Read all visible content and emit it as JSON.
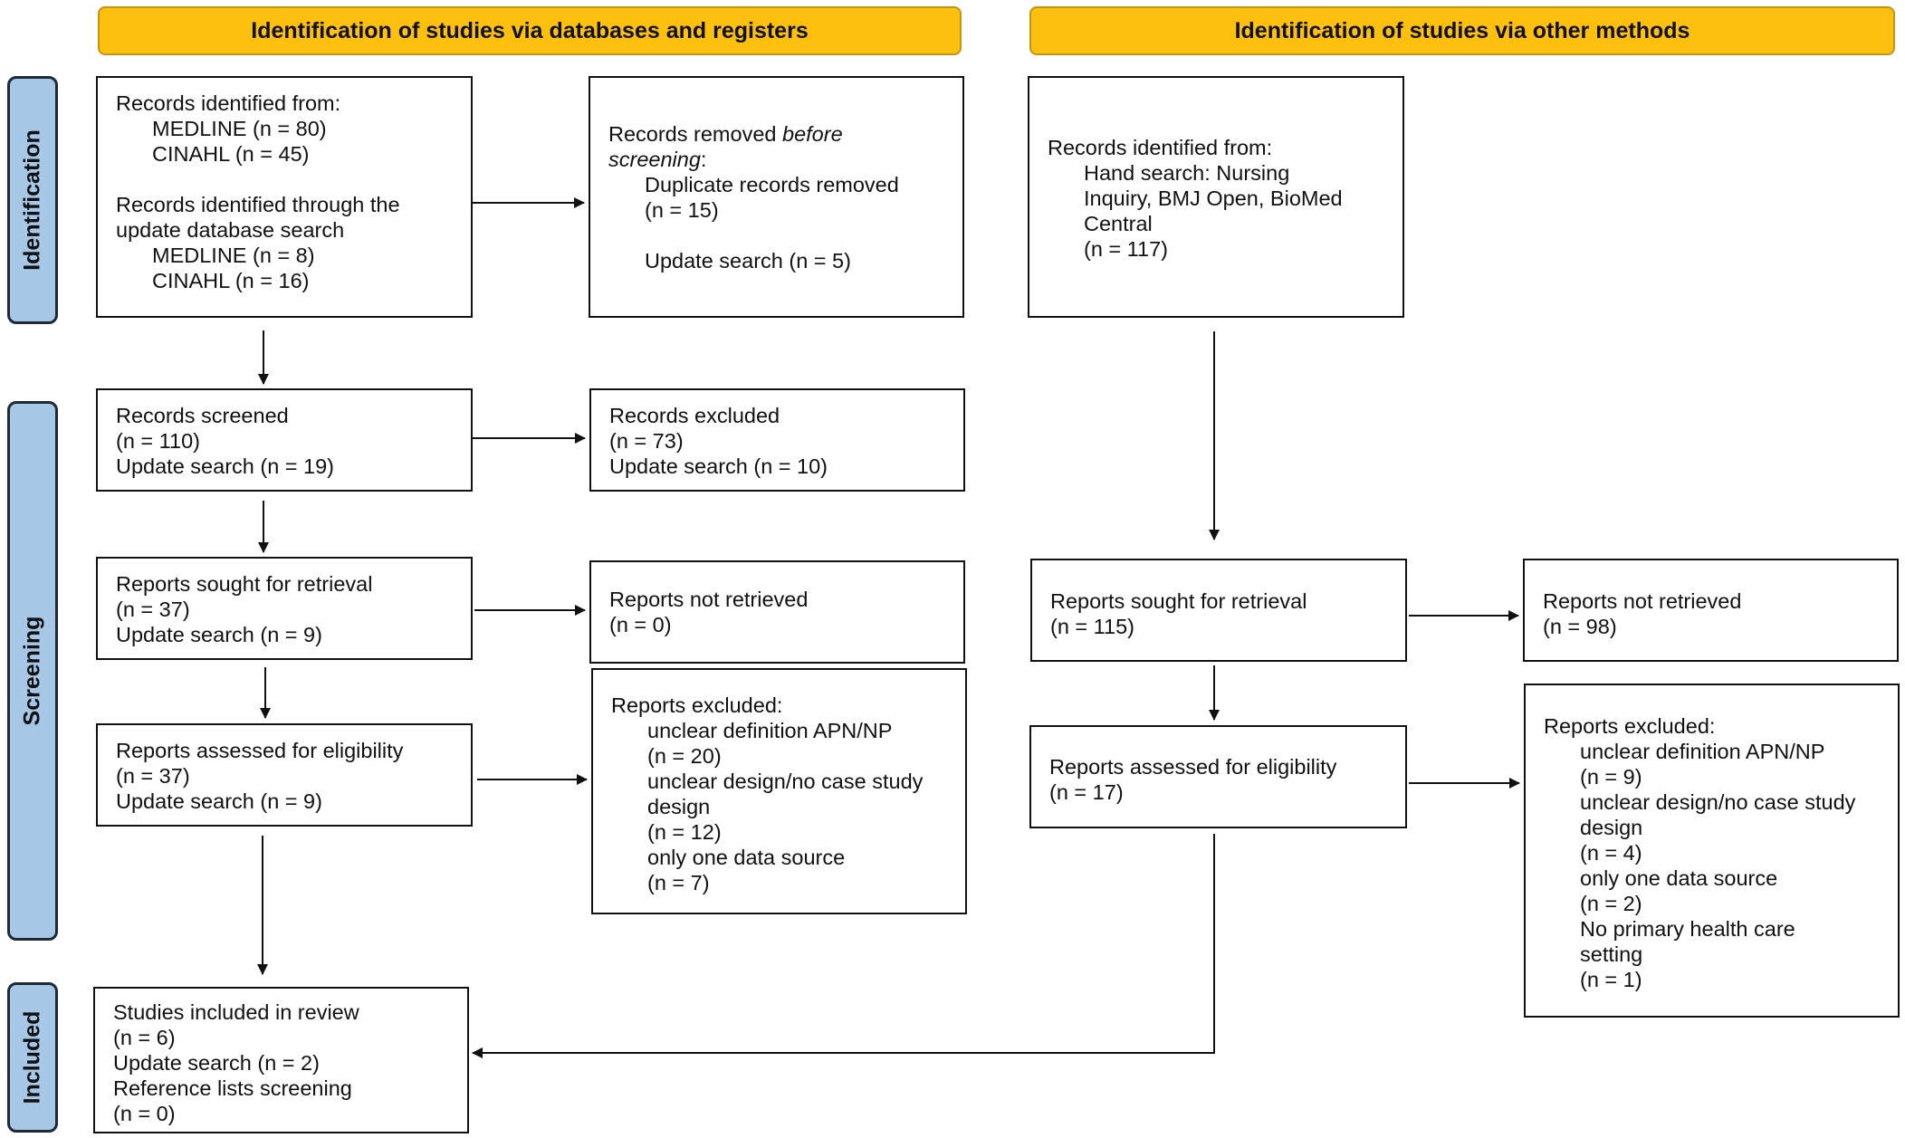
{
  "headers": {
    "left": "Identification of studies via databases and registers",
    "right": "Identification of studies via other methods"
  },
  "phases": {
    "identification": "Identification",
    "screening": "Screening",
    "included": "Included"
  },
  "db": {
    "records_identified": {
      "line1": "Records identified from:",
      "line2": "MEDLINE (n = 80)",
      "line3": "CINAHL (n = 45)",
      "line4": "Records identified through the",
      "line5": "update database search",
      "line6": "MEDLINE (n = 8)",
      "line7": "CINAHL (n = 16)"
    },
    "records_removed": {
      "line1_a": "Records removed ",
      "line1_b": "before",
      "line2_a": "screening",
      "line2_b": ":",
      "line3": "Duplicate records removed",
      "line4": "(n = 15)",
      "line5": "Update search (n = 5)"
    },
    "records_screened": {
      "line1": "Records screened",
      "line2": "(n = 110)",
      "line3": "Update search (n = 19)"
    },
    "records_excluded": {
      "line1": "Records excluded",
      "line2": "(n = 73)",
      "line3": "Update search (n = 10)"
    },
    "reports_sought": {
      "line1": "Reports sought for retrieval",
      "line2": "(n = 37)",
      "line3": "Update search (n = 9)"
    },
    "reports_not_retrieved": {
      "line1": "Reports not retrieved",
      "line2": "(n = 0)"
    },
    "reports_assessed": {
      "line1": "Reports assessed for eligibility",
      "line2": "(n = 37)",
      "line3": "Update search (n = 9)"
    },
    "reports_excluded": {
      "line1": "Reports excluded:",
      "line2": "unclear definition APN/NP",
      "line3": "(n = 20)",
      "line4": "unclear design/no case study",
      "line5": "design",
      "line6": "(n = 12)",
      "line7": "only one data source",
      "line8": "(n = 7)"
    },
    "included": {
      "line1": "Studies included in review",
      "line2": "(n = 6)",
      "line3": "Update search (n = 2)",
      "line4": "Reference lists screening",
      "line5": "(n = 0)"
    }
  },
  "other": {
    "records_identified": {
      "line1": "Records identified from:",
      "line2": "Hand search: Nursing",
      "line3": "Inquiry, BMJ Open, BioMed",
      "line4": "Central",
      "line5": "(n = 117)"
    },
    "reports_sought": {
      "line1": "Reports sought for retrieval",
      "line2": "(n = 115)"
    },
    "reports_not_retrieved": {
      "line1": "Reports not retrieved",
      "line2": "(n = 98)"
    },
    "reports_assessed": {
      "line1": "Reports assessed for eligibility",
      "line2": "(n = 17)"
    },
    "reports_excluded": {
      "line1": "Reports excluded:",
      "line2": "unclear definition APN/NP",
      "line3": "(n = 9)",
      "line4": "unclear design/no case study",
      "line5": "design",
      "line6": "(n = 4)",
      "line7": "only one data source",
      "line8": "(n = 2)",
      "line9": "No primary health care",
      "line10": "setting",
      "line11": "(n = 1)"
    }
  }
}
